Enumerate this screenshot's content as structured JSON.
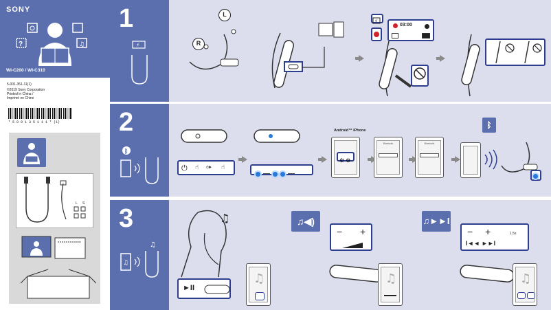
{
  "brand": "SONY",
  "model": "WI-C200 / WI-C310",
  "part_number": "5-001-351-11(1)",
  "copyright": "©2019 Sony Corporation",
  "printed_en": "Printed in China /",
  "printed_fr": "Imprimé en Chine",
  "barcode_digits": "* 5 0 0 1 3 5 1 1 1 * (1)",
  "steps": [
    {
      "number": "1"
    },
    {
      "number": "2"
    },
    {
      "number": "3"
    }
  ],
  "step1": {
    "left_label": "L",
    "right_label": "R",
    "charge_time": "03:00"
  },
  "step2": {
    "os_label": "Android™ iPhone",
    "screen_label": "Bluetooth"
  },
  "step3": {
    "minus": "−",
    "plus": "+",
    "play_pause": "►II",
    "prev_next": "I◄◄ ►►I",
    "hold_time": "1.5s"
  },
  "colors": {
    "accent": "#5b6fae",
    "panel": "#dcdeee",
    "callout_border": "#2e3e8f",
    "led_blue": "#2a79d8"
  }
}
